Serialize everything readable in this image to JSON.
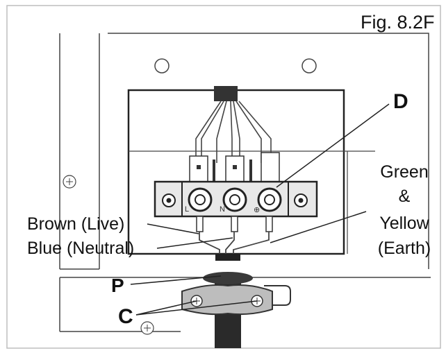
{
  "figure": {
    "title": "Fig. 8.2F",
    "labels": {
      "d": "D",
      "p": "P",
      "c": "C",
      "brown_wire": "Brown (Live)",
      "blue_wire": "Blue (Neutral)",
      "earth_wire": [
        "Green",
        "&",
        "Yellow",
        "(Earth)"
      ]
    },
    "terminal_marks": [
      "L",
      "N",
      "⊕"
    ]
  }
}
